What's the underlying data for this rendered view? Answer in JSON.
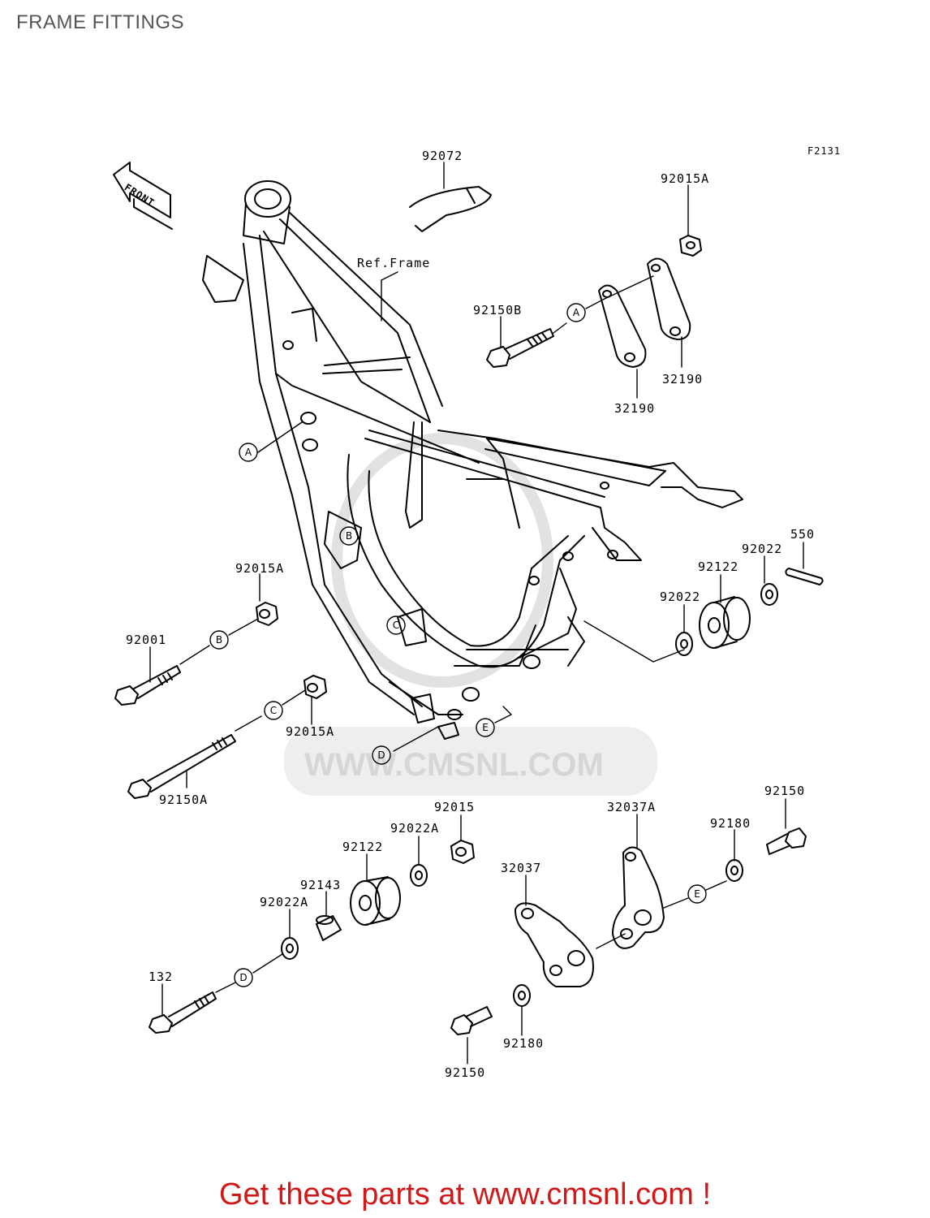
{
  "page": {
    "title": "FRAME FITTINGS"
  },
  "diagram": {
    "code": "F2131",
    "front_label": "FRONT",
    "ref_frame": "Ref.Frame",
    "watermark": "WWW.CMSNL.COM",
    "callouts": [
      "A",
      "B",
      "C",
      "D",
      "E"
    ],
    "parts": {
      "p92072": "92072",
      "p92015A_top": "92015A",
      "p92150B": "92150B",
      "p32190_a": "32190",
      "p32190_b": "32190",
      "p550": "550",
      "p92022_top": "92022",
      "p92122_top": "92122",
      "p92022_mid": "92022",
      "p92015A_left": "92015A",
      "p92001": "92001",
      "p92015A_mid": "92015A",
      "p92150A": "92150A",
      "p92015": "92015",
      "p92022A_a": "92022A",
      "p92122_bot": "92122",
      "p92143": "92143",
      "p92022A_b": "92022A",
      "p132": "132",
      "p32037A": "32037A",
      "p32037": "32037",
      "p92180_a": "92180",
      "p92180_b": "92180",
      "p92150_a": "92150",
      "p92150_b": "92150"
    }
  },
  "footer": {
    "text": "Get these parts at www.cmsnl.com !"
  }
}
